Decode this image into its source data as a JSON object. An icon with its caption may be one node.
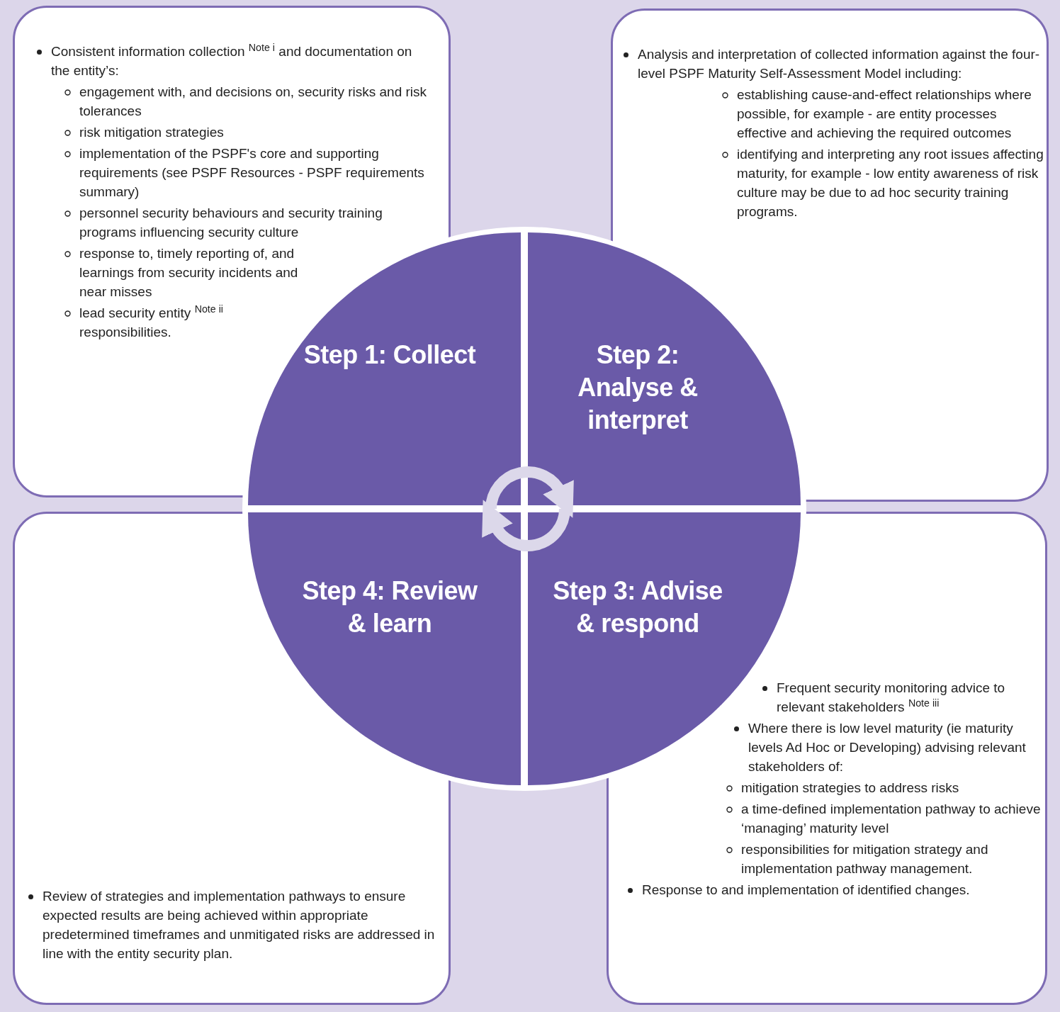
{
  "diagram": {
    "nodes": [
      {
        "text": [
          "Consistent information collection $^{Note i}$ and documentation on the entity’s:",
          "engagement with, and decisions on, security risks and risk tolerances",
          "risk mitigation strategies",
          "implementation of the PSPF's core and supporting requirements (see PSPF Resources - PSPF requirements summary)",
          "personnel security behaviours and security training programs influencing security culture",
          "response to, timely reporting of, and learnings from security incidents and near misses",
          "lead security entity $^{Note ii}$ responsibilities."
        ]
      },
      {
        "text": [
          "Analysis and interpretation of collected information against the four-level PSPF Maturity Self-Assessment Model including:",
          "establishing cause-and-effect relationships where possible, for example - are entity processes effective and achieving the required outcomes",
          "identifying and interpreting any root issues affecting maturity, for example - low entity awareness of risk culture may be due to ad hoc security training programs."
        ]
      },
      {
        "text": [
          "Review of strategies and implementation pathways to ensure expected results are being achieved within appropriate predetermined timeframes and unmitigated risks are addressed in line with the entity security plan."
        ]
      },
      {
        "text": [
          "Frequent security monitoring advice to relevant stakeholders $^{Note iii}$",
          "Where there is low level maturity (ie maturity levels Ad Hoc or Developing) advising relevant stakeholders of:",
          "mitigation strategies to address risks",
          "a time-defined implementation pathway to achieve ‘managing’ maturity level",
          "responsibilities for mitigation strategy and implementation pathway management.",
          "Response to and  implementation of identified changes."
        ]
      },
      {
        "text": [
          "Step 1: Collect"
        ]
      },
      {
        "text": [
          "Step 2: Analyse & interpret"
        ]
      },
      {
        "text": [
          "Step 4: Review & learn"
        ]
      },
      {
        "text": [
          "Step 3: Advise & respond"
        ]
      }
    ],
    "edges": [
      {
        "from": 4,
        "to": 5,
        "arrow": "to"
      },
      {
        "from": 7,
        "to": 6,
        "arrow": "to"
      }
    ]
  }
}
